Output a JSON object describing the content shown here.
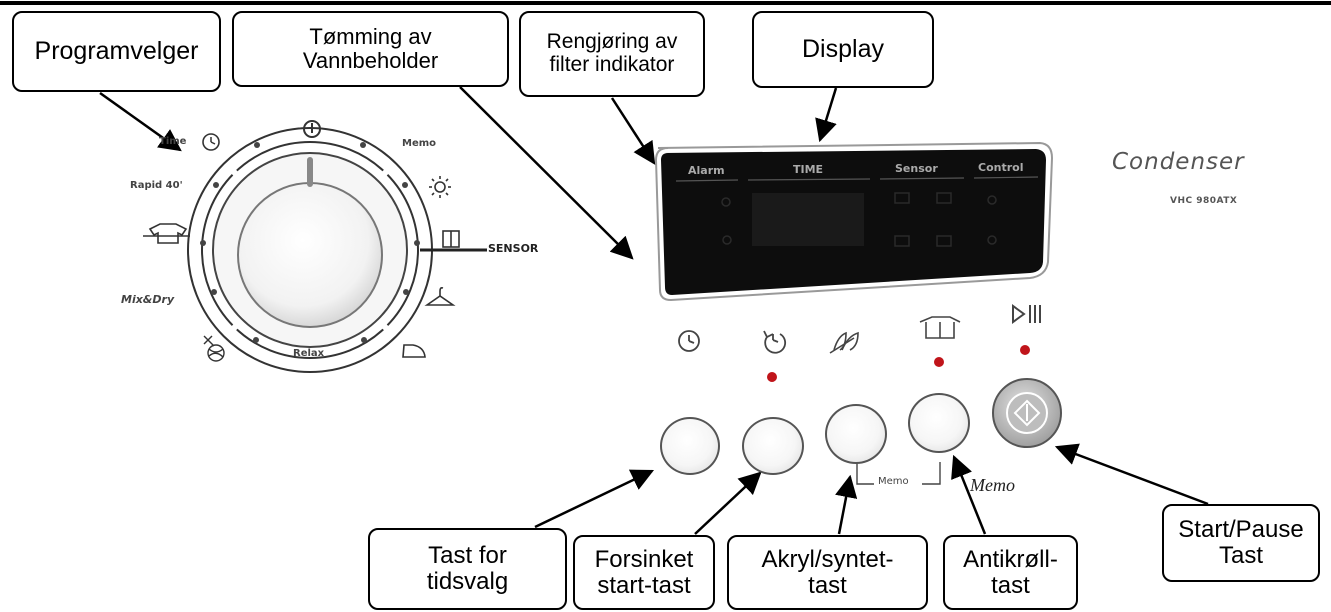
{
  "diagram": {
    "callouts": {
      "programvelger": "Programvelger",
      "tomming": "Tømming av\nVannbeholder",
      "rengjoring": "Rengjøring av\nfilter indikator",
      "display": "Display",
      "tast_for_tidsvalg": "Tast for\ntidsvalg",
      "forsinket": "Forsinket\nstart-tast",
      "akryl": "Akryl/syntet-\ntast",
      "antikroll": "Antikrøll-\ntast",
      "start_pause": "Start/Pause\nTast"
    },
    "dial": {
      "labels": {
        "time": "Time",
        "rapid": "Rapid 40'",
        "memo": "Memo",
        "sensor": "SENSOR",
        "relax": "Relax",
        "mix_dry": "Mix&Dry"
      }
    },
    "display": {
      "headers": [
        "Alarm",
        "TIME",
        "Sensor",
        "Control"
      ]
    },
    "brand": {
      "name": "Condenser",
      "model": "VHC 980ATX"
    },
    "memo_bracket": "Memo",
    "memo_button_label": "Memo"
  },
  "colors": {
    "led": "#c0141a",
    "display_bg": "#0d0d0d"
  }
}
